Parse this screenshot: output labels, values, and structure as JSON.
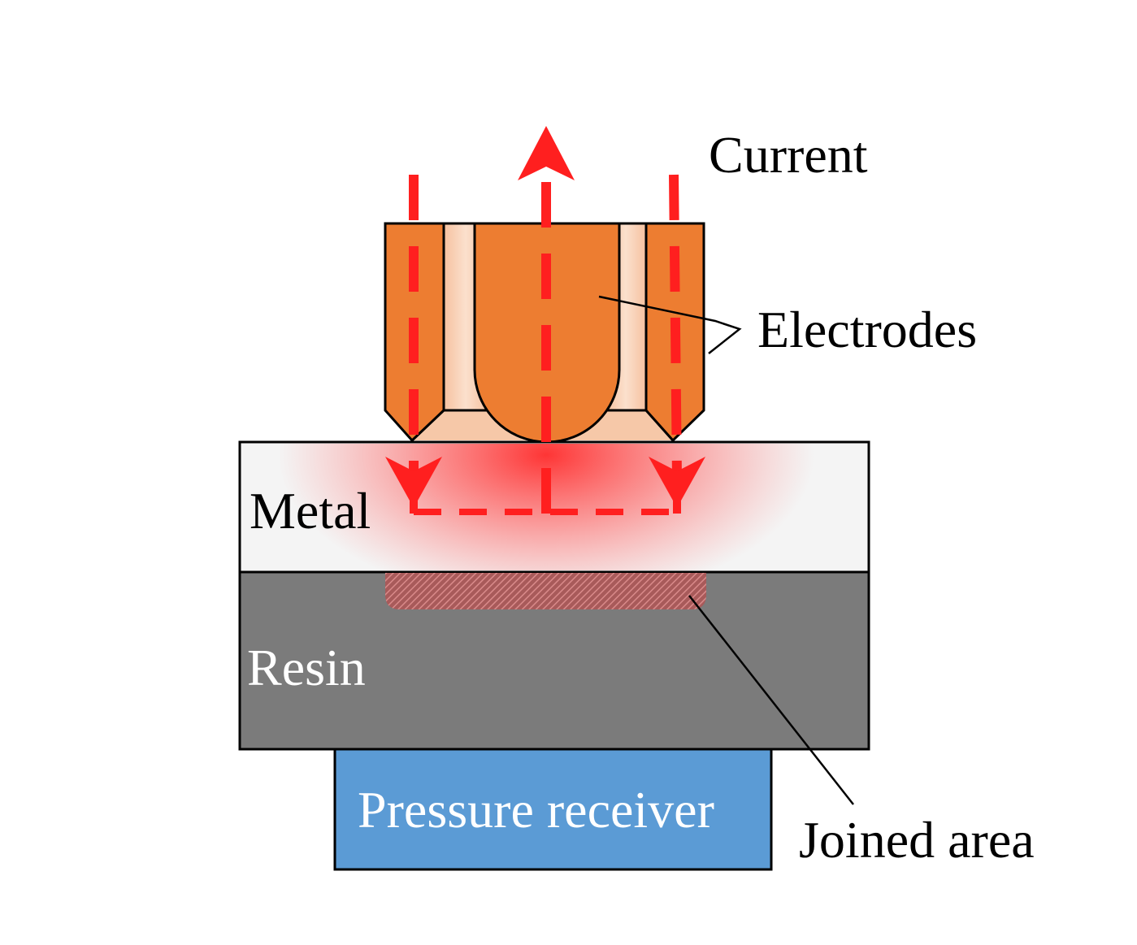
{
  "labels": {
    "current": "Current",
    "electrodes": "Electrodes",
    "metal": "Metal",
    "resin": "Resin",
    "pressure_receiver": "Pressure receiver",
    "joined_area": "Joined area"
  },
  "colors": {
    "electrode": "#ed7d31",
    "electrode_light": "#f7c4a3",
    "metal": "#f4f4f4",
    "resin": "#7b7b7b",
    "pressure_receiver": "#5b9bd5",
    "current_arrow": "#ff1f1f",
    "joined_area": "#c0504d",
    "outline": "#000000"
  }
}
